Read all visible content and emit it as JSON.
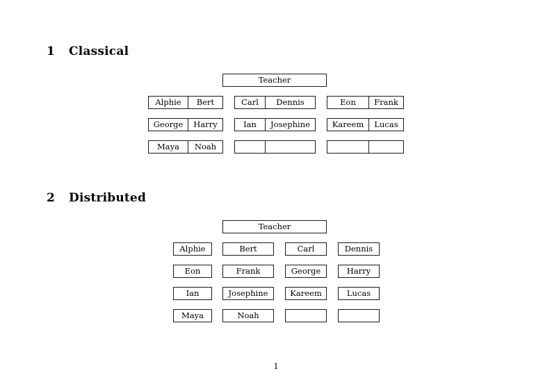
{
  "document": {
    "page_number": "1",
    "background_color": "#ffffff",
    "text_color": "#000000",
    "border_color": "#1a1a1a"
  },
  "sections": [
    {
      "number": "1",
      "title": "Classical",
      "teacher_label": "Teacher",
      "layout": "paired-cell-tables",
      "groups": [
        {
          "name": "group-1",
          "rows": [
            [
              "Alphie",
              "Bert"
            ],
            [
              "George",
              "Harry"
            ],
            [
              "Maya",
              "Noah"
            ]
          ]
        },
        {
          "name": "group-2",
          "rows": [
            [
              "Carl",
              "Dennis"
            ],
            [
              "Ian",
              "Josephine"
            ],
            [
              "",
              ""
            ]
          ]
        },
        {
          "name": "group-3",
          "rows": [
            [
              "Eon",
              "Frank"
            ],
            [
              "Kareem",
              "Lucas"
            ],
            [
              "",
              ""
            ]
          ]
        }
      ]
    },
    {
      "number": "2",
      "title": "Distributed",
      "teacher_label": "Teacher",
      "layout": "independent-boxes-grid",
      "grid": [
        [
          "Alphie",
          "Bert",
          "Carl",
          "Dennis"
        ],
        [
          "Eon",
          "Frank",
          "George",
          "Harry"
        ],
        [
          "Ian",
          "Josephine",
          "Kareem",
          "Lucas"
        ],
        [
          "Maya",
          "Noah",
          "",
          ""
        ]
      ]
    }
  ]
}
